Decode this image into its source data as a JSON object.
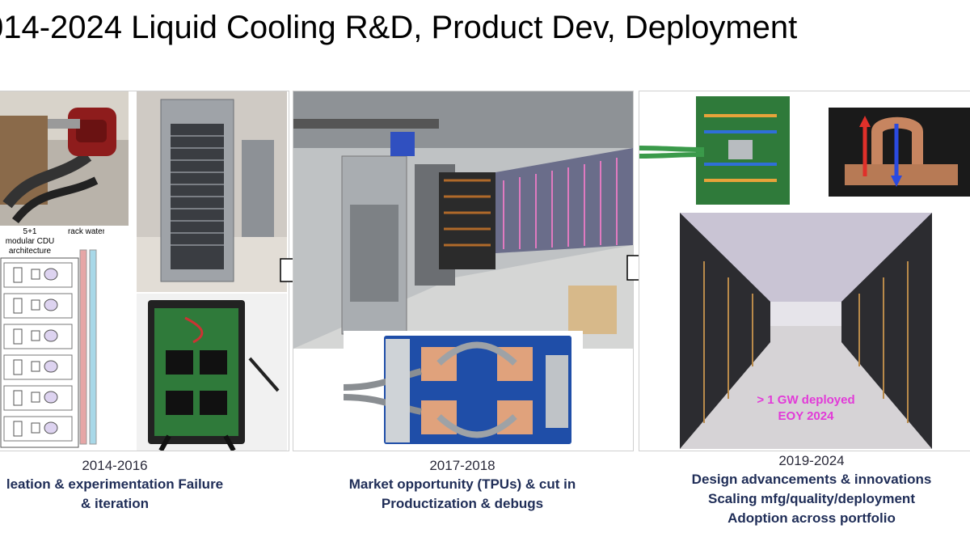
{
  "title": "014-2024 Liquid Cooling R&D, Product Dev, Deployment",
  "panels": {
    "p1": {
      "year": "2014-2016",
      "lines": [
        "leation & experimentation Failure",
        "& iteration"
      ],
      "cdu_label": [
        "5+1",
        "modular CDU",
        "architecture"
      ],
      "rack_water_label": "rack water"
    },
    "p2": {
      "year": "2017-2018",
      "lines": [
        "Market opportunity (TPUs) & cut in",
        "Productization & debugs"
      ]
    },
    "p3": {
      "year": "2019-2024",
      "lines": [
        "Design advancements & innovations",
        "Scaling mfg/quality/deployment",
        "Adoption across portfolio"
      ],
      "overlay": [
        "> 1 GW deployed",
        "EOY 2024"
      ]
    }
  },
  "colors": {
    "overlay_text": "#e23ad8",
    "caption_text": "#1f2d57",
    "border": "#cfcfcf"
  }
}
